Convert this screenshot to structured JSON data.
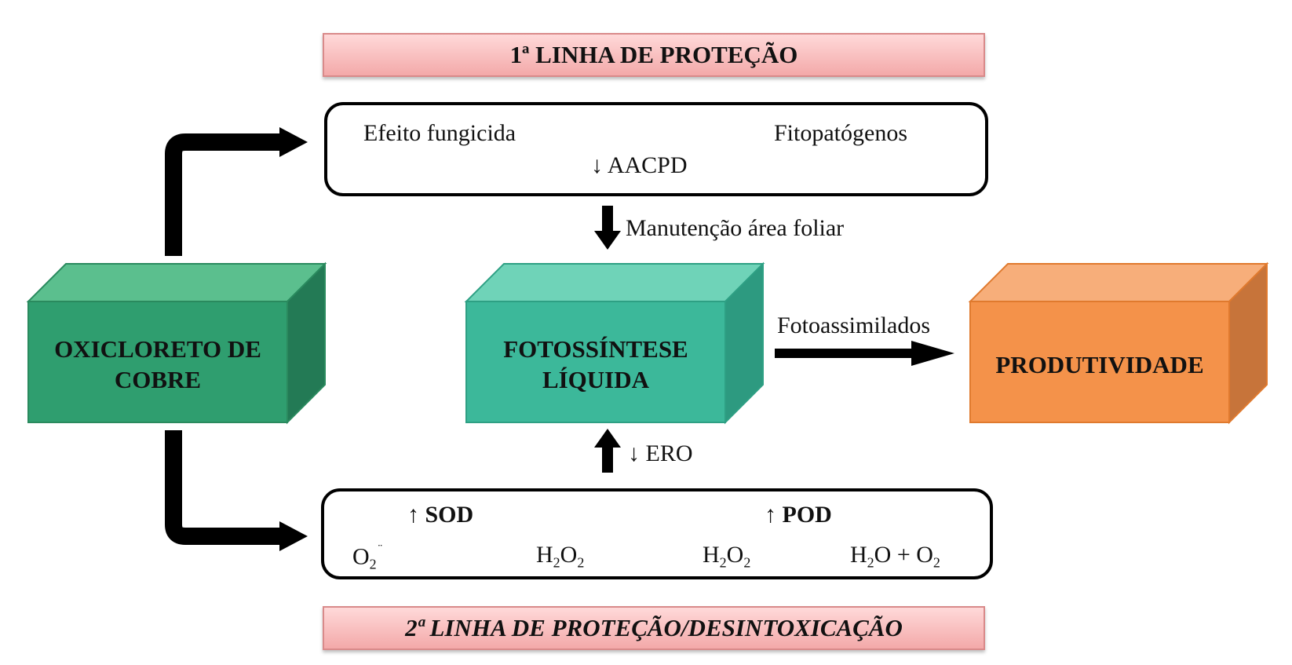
{
  "banners": {
    "top": "1ª LINHA DE PROTEÇÃO",
    "bottom": "2ª LINHA DE PROTEÇÃO/DESINTOXICAÇÃO"
  },
  "boxes": {
    "oxicloreto": {
      "line1": "OXICLORETO DE",
      "line2": "COBRE",
      "color": "#2f9e6f"
    },
    "fotossintese": {
      "line1": "FOTOSSÍNTESE",
      "line2": "LÍQUIDA",
      "color": "#3cb89a"
    },
    "produtividade": {
      "label": "PRODUTIVIDADE",
      "color": "#f4924a"
    }
  },
  "top_panel": {
    "left": "Efeito fungicida",
    "right": "Fitopatógenos",
    "under_arrow": "↓ AACPD"
  },
  "labels": {
    "manutencao": "Manutenção área foliar",
    "fotoassimilados": "Fotoassimilados",
    "ero": "↓ ERO"
  },
  "bottom_panel": {
    "sod": "↑ SOD",
    "pod": "↑ POD",
    "reaction1_left_base": "O",
    "reaction1_left_sub": "2",
    "reaction1_left_sup": "¨",
    "reaction1_right_base": "H",
    "reaction1_right_sub": "2",
    "reaction1_right_mid": "O",
    "reaction1_right_sub2": "2",
    "reaction2_left_base": "H",
    "reaction2_left_sub": "2",
    "reaction2_left_mid": "O",
    "reaction2_left_sub2": "2",
    "reaction2_right_a": "H",
    "reaction2_right_sub_a": "2",
    "reaction2_right_b": "O + O",
    "reaction2_right_sub_b": "2"
  }
}
